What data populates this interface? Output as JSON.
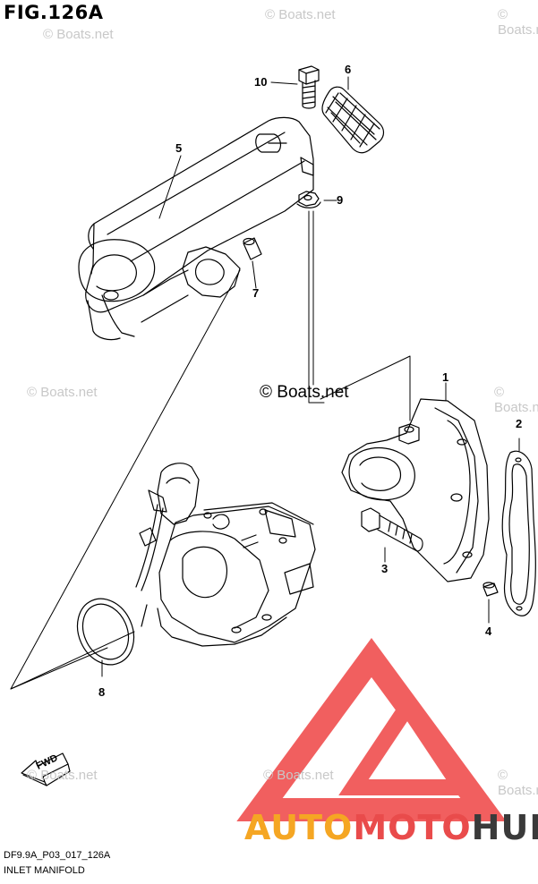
{
  "figure": {
    "title": "FIG.126A",
    "code": "DF9.9A_P03_017_126A",
    "caption": "INLET MANIFOLD"
  },
  "watermarks": {
    "small": "© Boats.net",
    "center": "© Boats.net"
  },
  "callouts": [
    "1",
    "2",
    "3",
    "4",
    "5",
    "6",
    "7",
    "8",
    "9",
    "10"
  ],
  "fwd_label": "FWD",
  "brand": {
    "part1": "AUTO",
    "part2": "MOTO",
    "part3": "HUB",
    "color1": "#f5a623",
    "color2": "#e94b4b",
    "color3": "#3a3a3a",
    "logo_color": "#ef4444"
  }
}
